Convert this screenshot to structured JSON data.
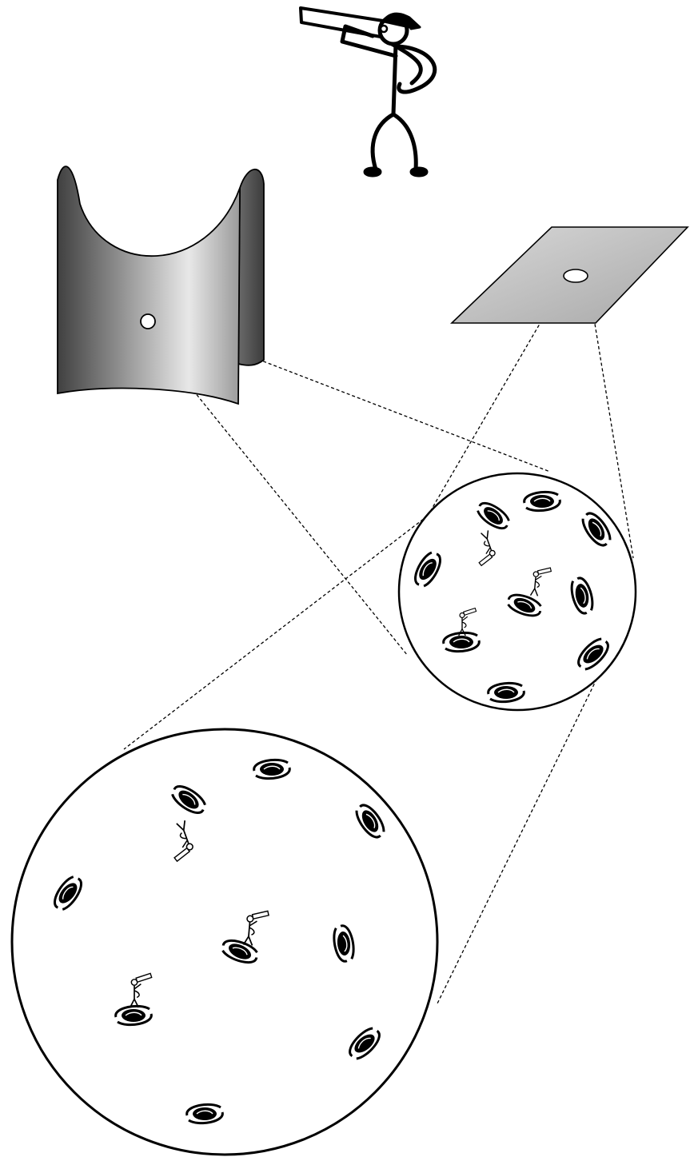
{
  "diagram": {
    "colors": {
      "ink": "#000000",
      "paper": "#ffffff",
      "surface_dark": "#4a4a4a",
      "surface_mid": "#8f8f8f",
      "surface_light": "#e6e6e6",
      "plane_fill": "#c8c8c8"
    },
    "elements": {
      "observer": "stick-figure-with-telescope",
      "saddle_surface": "negatively-curved-surface",
      "flat_plane": "flat-surface",
      "medium_sphere": "sphere-of-galaxies",
      "large_sphere": "magnified-sphere-of-galaxies"
    },
    "counts": {
      "medium_sphere_galaxies": 9,
      "medium_sphere_observers": 3,
      "large_sphere_galaxies": 9,
      "large_sphere_observers": 3
    }
  }
}
